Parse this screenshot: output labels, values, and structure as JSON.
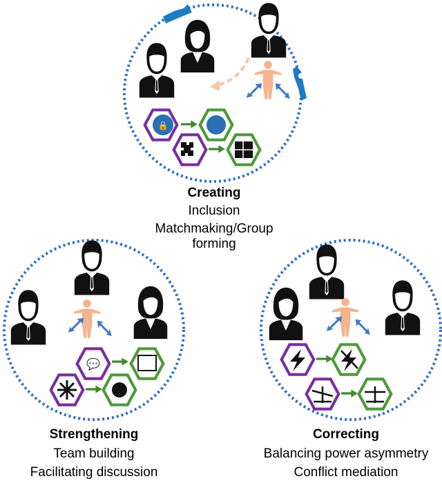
{
  "colors": {
    "circle_dash": "#2e6dc7",
    "arrow_blue": "#3b79c9",
    "person_fill": "#111111",
    "mediator_fill": "#f5b48d",
    "hex_purple": "#7a2e9e",
    "hex_green": "#4e9a3a",
    "link_arrow": "#3f8a2e",
    "dashed_arrow": "#f6c8a8",
    "zip_blue": "#1f7cc4"
  },
  "sections": {
    "creating": {
      "title": "Creating",
      "items": [
        "Inclusion",
        "Matchmaking/Group",
        "forming"
      ]
    },
    "strengthening": {
      "title": "Strengthening",
      "items": [
        "Team building",
        "Facilitating discussion"
      ]
    },
    "correcting": {
      "title": "Correcting",
      "items": [
        "Balancing power asymmetry",
        "Conflict mediation"
      ]
    }
  },
  "icons": {
    "creating": [
      "zipper-icon",
      "lock-group-icon",
      "matched-lock-icon",
      "puzzle-scatter-icon",
      "puzzle-complete-icon"
    ],
    "strengthening": [
      "speech-bubbles-icon",
      "discussion-board-icon",
      "hands-scatter-icon",
      "hands-together-icon"
    ],
    "correcting": [
      "lightning-icon",
      "broken-lightning-icon",
      "unbalanced-scale-icon",
      "balanced-scale-icon"
    ]
  }
}
